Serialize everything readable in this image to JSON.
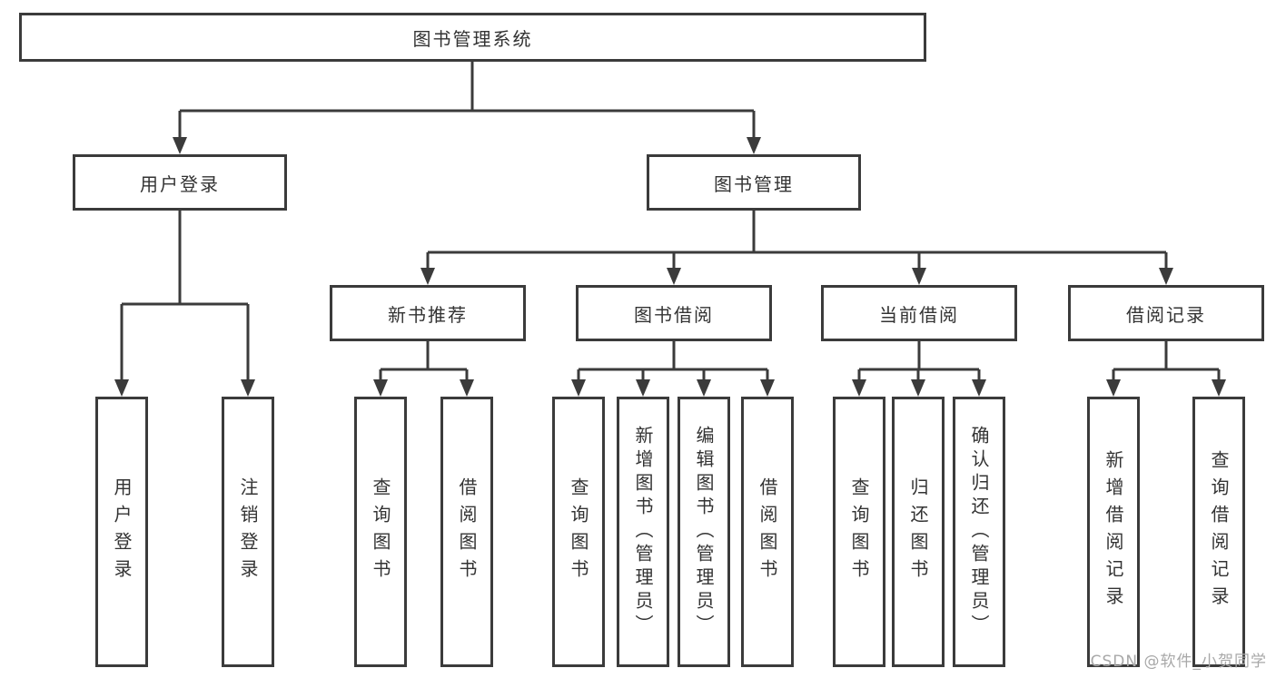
{
  "tree": {
    "root_label": "图书管理系统",
    "children": [
      {
        "label": "用户登录",
        "children": [
          {
            "label": "用户登录"
          },
          {
            "label": "注销登录"
          }
        ]
      },
      {
        "label": "图书管理",
        "children": [
          {
            "label": "新书推荐",
            "children": [
              {
                "label": "查询图书"
              },
              {
                "label": "借阅图书"
              }
            ]
          },
          {
            "label": "图书借阅",
            "children": [
              {
                "label": "查询图书"
              },
              {
                "label": "新增图书（管理员）"
              },
              {
                "label": "编辑图书（管理员）"
              },
              {
                "label": "借阅图书"
              }
            ]
          },
          {
            "label": "当前借阅",
            "children": [
              {
                "label": "查询图书"
              },
              {
                "label": "归还图书"
              },
              {
                "label": "确认归还（管理员）"
              }
            ]
          },
          {
            "label": "借阅记录",
            "children": [
              {
                "label": "新增借阅记录"
              },
              {
                "label": "查询借阅记录"
              }
            ]
          }
        ]
      }
    ]
  },
  "watermark": "CSDN @软件_小贺同学",
  "colors": {
    "line": "#3b3b3b",
    "text": "#333333",
    "watermark": "#a8a8a8",
    "background": "#ffffff"
  }
}
